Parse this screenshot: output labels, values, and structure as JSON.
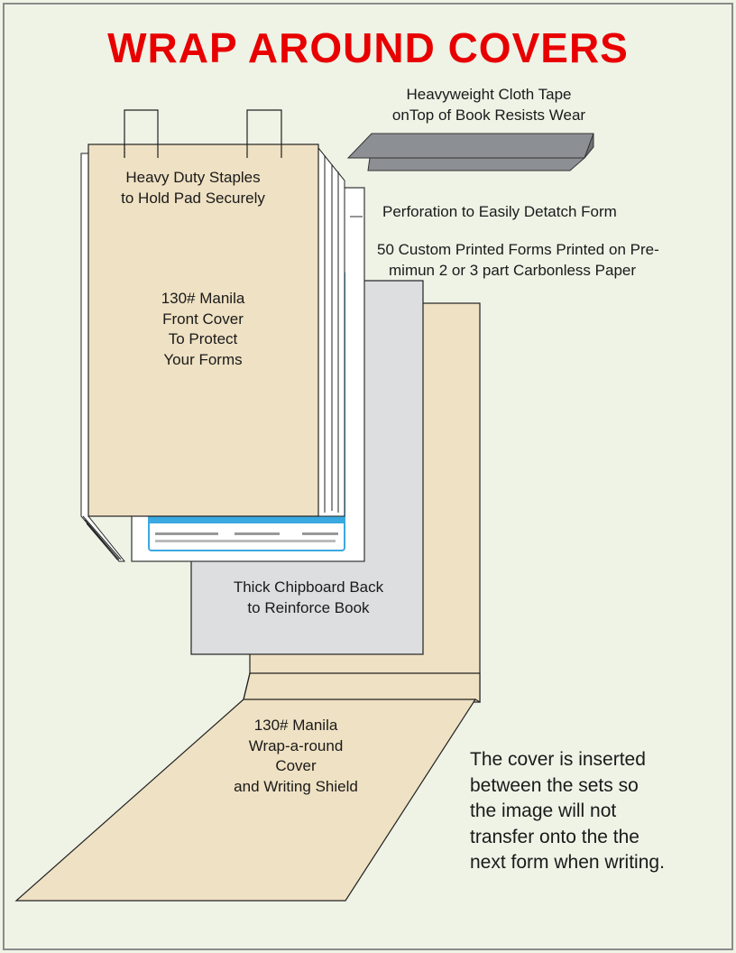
{
  "title": "WRAP AROUND COVERS",
  "labels": {
    "cloth_tape": [
      "Heavyweight Cloth Tape",
      "onTop of Book Resists Wear"
    ],
    "staples": [
      "Heavy Duty Staples",
      "to Hold Pad Securely"
    ],
    "perforation": "Perforation to Easily Detatch Form",
    "forms": [
      "50 Custom Printed Forms Printed on Pre-",
      "mimun 2 or 3 part Carbonless Paper"
    ],
    "front_cover": [
      "130# Manila",
      "Front Cover",
      "To Protect",
      "Your Forms"
    ],
    "chipboard": [
      "Thick Chipboard Back",
      "to Reinforce  Book"
    ],
    "wrap_cover": [
      "130# Manila",
      "Wrap-a-round",
      "Cover",
      "and Writing Shield"
    ]
  },
  "note": [
    "The cover is inserted",
    "between the sets so",
    "the image will not",
    "transfer onto the the",
    "next form when writing."
  ],
  "colors": {
    "title": "#e80000",
    "background": "#eef3e6",
    "manila": "#efe1c3",
    "chipboard": "#dcdee0",
    "tape": "#8c8f93",
    "form_blue": "#39a9e0"
  }
}
